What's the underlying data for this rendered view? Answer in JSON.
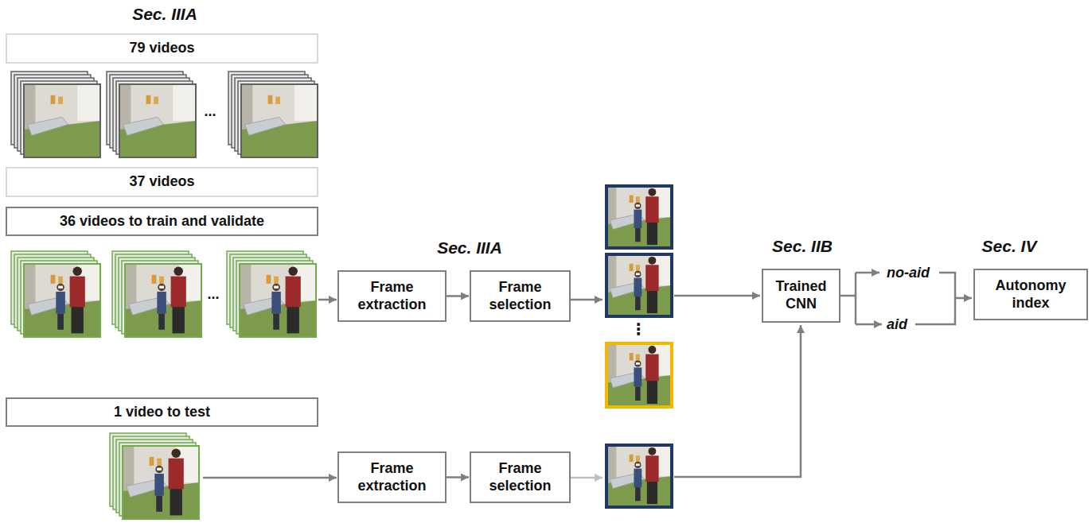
{
  "diagram": {
    "nodes": [
      {
        "text": [
          "79 videos"
        ]
      },
      {
        "text": [
          "37 videos"
        ]
      },
      {
        "text": [
          "36 videos to train and validate"
        ]
      },
      {
        "text": [
          "Frame extraction"
        ]
      },
      {
        "text": [
          "Frame selection"
        ]
      },
      {
        "text": [
          "Trained CNN"
        ]
      },
      {
        "text": [
          "Autonomy index"
        ]
      },
      {
        "text": [
          "1 video to test"
        ]
      },
      {
        "text": [
          "Frame extraction"
        ]
      },
      {
        "text": [
          "Frame selection"
        ]
      }
    ],
    "edges": [
      {
        "from": 3,
        "to": 4,
        "arrow": "to"
      },
      {
        "from": 8,
        "to": 9,
        "arrow": "to"
      }
    ],
    "labels": [
      "Sec. IIIA",
      "...",
      "...",
      "Sec. IIIA",
      "⋮",
      "Sec. IIB",
      "Sec. IV",
      "no-aid",
      "aid"
    ]
  }
}
